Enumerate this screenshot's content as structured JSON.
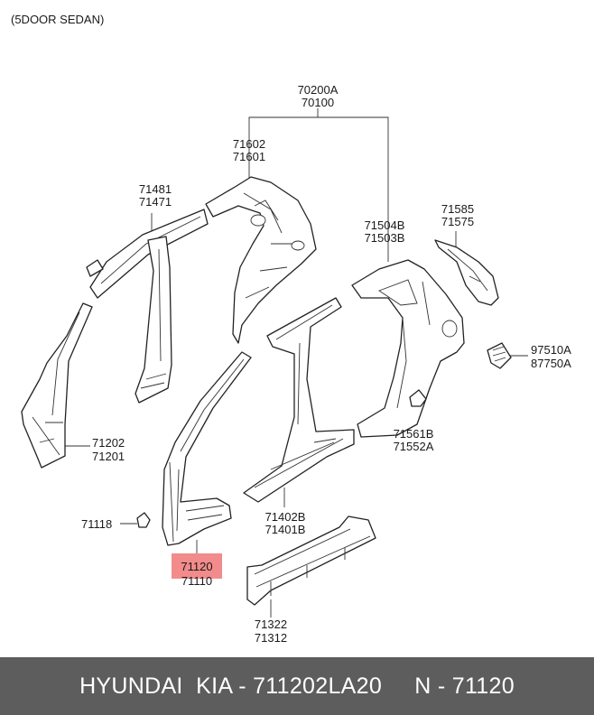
{
  "header": {
    "model_note": "(5DOOR SEDAN)"
  },
  "parts": {
    "p70200": [
      "70200A",
      "70100"
    ],
    "p71602": [
      "71602",
      "71601"
    ],
    "p71481": [
      "71481",
      "71471"
    ],
    "p71585": [
      "71585",
      "71575"
    ],
    "p71504": [
      "71504B",
      "71503B"
    ],
    "p97510": [
      "97510A",
      "87750A"
    ],
    "p71561": [
      "71561B",
      "71552A"
    ],
    "p71202": [
      "71202",
      "71201"
    ],
    "p71402": [
      "71402B",
      "71401B"
    ],
    "p71118": [
      "71118"
    ],
    "p71120": [
      "71120",
      "71110"
    ],
    "p71322": [
      "71322",
      "71312"
    ]
  },
  "highlight": {
    "part": "71120",
    "color": "#f28b8b"
  },
  "footer": {
    "text": "HYUNDAI  KIA - 711202LA20     N - 71120"
  }
}
